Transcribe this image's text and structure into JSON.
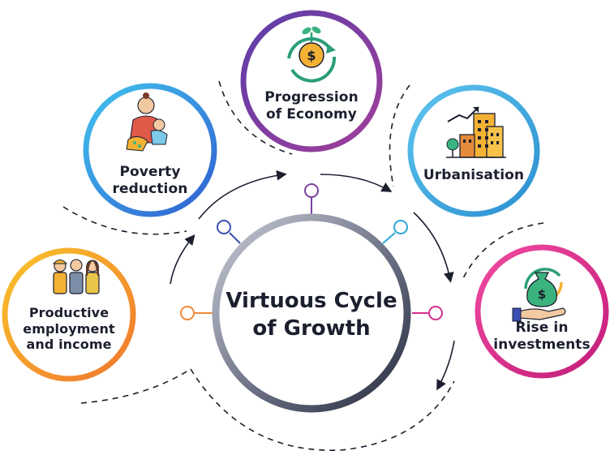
{
  "center": {
    "line1": "Virtuous Cycle",
    "line2": "of Growth"
  },
  "nodes": [
    {
      "id": "progression",
      "line1": "Progression",
      "line2": "of Economy",
      "color": "#7a3fa0",
      "icon": "coin-growth-icon"
    },
    {
      "id": "urbanisation",
      "line1": "Urbanisation",
      "line2": "",
      "color": "#44aedf",
      "icon": "city-buildings-icon"
    },
    {
      "id": "investments",
      "line1": "Rise in",
      "line2": "investments",
      "color": "#e0238f",
      "icon": "money-bag-hand-icon"
    },
    {
      "id": "employment",
      "line1": "Productive",
      "line2": "employment",
      "line3": "and income",
      "color": "#f5a623",
      "icon": "workers-group-icon"
    },
    {
      "id": "poverty",
      "line1": "Poverty",
      "line2": "reduction",
      "color": "#3b9be0",
      "icon": "mother-child-icon"
    }
  ],
  "colors": {
    "center_ring_dark": "#2e3348",
    "center_ring_light": "#b8bcc8",
    "connector_purple": "#7a3fa0",
    "connector_blue": "#3a4fb0",
    "connector_cyan": "#2aa6d8",
    "connector_pink": "#d6308f",
    "connector_orange": "#f08a3a"
  }
}
